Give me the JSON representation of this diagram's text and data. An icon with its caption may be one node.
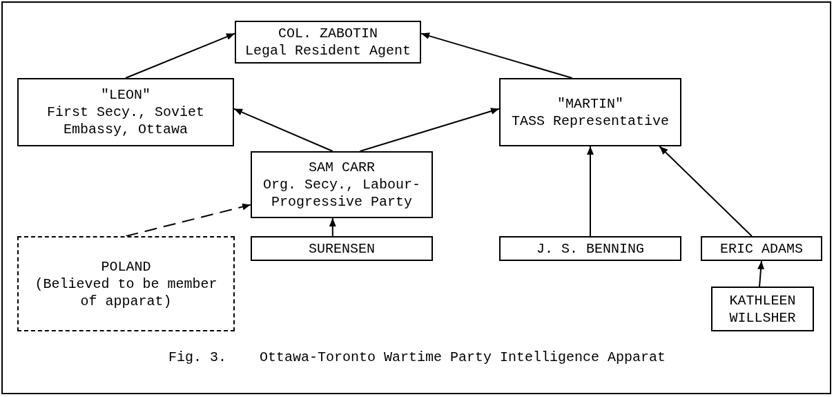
{
  "diagram": {
    "caption": "Fig. 3.    Ottawa-Toronto Wartime Party Intelligence Apparat",
    "nodes": [
      {
        "text": [
          "COL. ZABOTIN",
          "Legal Resident Agent"
        ]
      },
      {
        "text": [
          "\"LEON\"",
          "First Secy., Soviet Embassy, Ottawa"
        ]
      },
      {
        "text": [
          "\"MARTIN\"",
          "TASS Representative"
        ]
      },
      {
        "text": [
          "SAM CARR",
          "Org. Secy., Labour-Progressive Party"
        ]
      },
      {
        "text": [
          "POLAND",
          "(Believed to be member of apparat)"
        ]
      },
      {
        "text": [
          "SURENSEN"
        ]
      },
      {
        "text": [
          "J. S. BENNING"
        ]
      },
      {
        "text": [
          "ERIC ADAMS"
        ]
      },
      {
        "text": [
          "KATHLEEN WILLSHER"
        ]
      }
    ],
    "edges": [
      {
        "from": 1,
        "to": 0,
        "arrow": "to"
      },
      {
        "from": 2,
        "to": 0,
        "arrow": "to"
      },
      {
        "from": 3,
        "to": 1,
        "arrow": "to"
      },
      {
        "from": 3,
        "to": 2,
        "arrow": "to"
      },
      {
        "from": 4,
        "to": 3,
        "arrow": "to",
        "style": "dashed"
      },
      {
        "from": 5,
        "to": 3,
        "arrow": "to"
      },
      {
        "from": 6,
        "to": 2,
        "arrow": "to"
      },
      {
        "from": 7,
        "to": 2,
        "arrow": "to"
      },
      {
        "from": 8,
        "to": 7,
        "arrow": "to"
      }
    ]
  }
}
